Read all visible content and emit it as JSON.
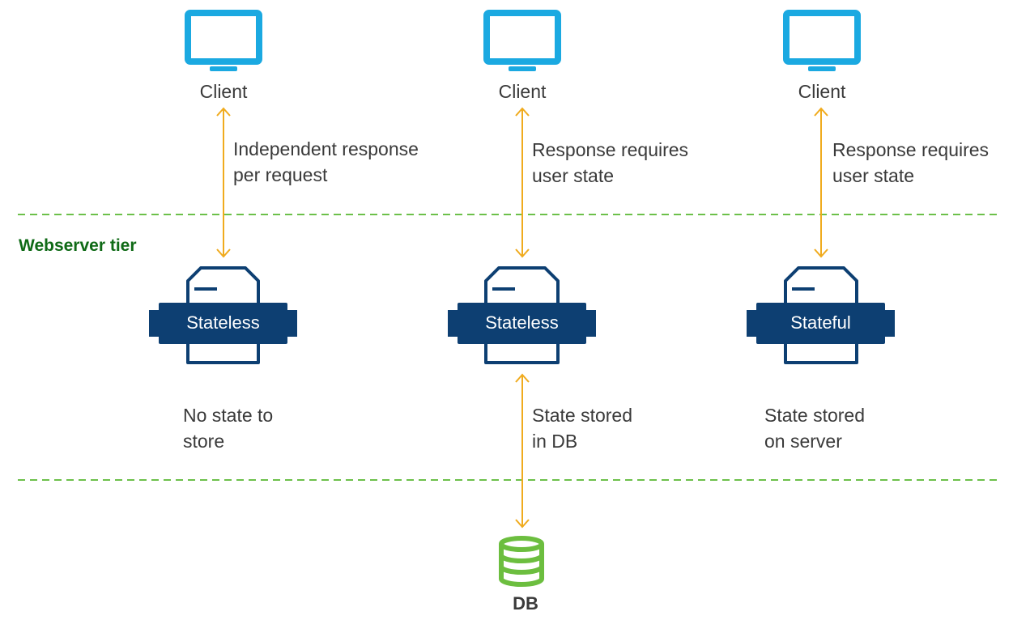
{
  "tier_label": "Webserver tier",
  "columns": [
    {
      "client_label": "Client",
      "request_text": [
        "Independent response",
        "per request"
      ],
      "server_label": "Stateless",
      "state_text": [
        "No state to",
        "store"
      ]
    },
    {
      "client_label": "Client",
      "request_text": [
        "Response requires",
        "user state"
      ],
      "server_label": "Stateless",
      "state_text": [
        "State stored",
        "in DB"
      ]
    },
    {
      "client_label": "Client",
      "request_text": [
        "Response requires",
        "user state"
      ],
      "server_label": "Stateful",
      "state_text": [
        "State stored",
        "on server"
      ]
    }
  ],
  "database": {
    "label": "DB"
  },
  "colors": {
    "client_icon": "#1ba9e1",
    "arrow": "#f0ab1e",
    "server_fill": "#0d3f72",
    "divider": "#6cc04a",
    "db_icon": "#6cbe3f",
    "tier_text": "#0f6a16",
    "text": "#3a3a3a"
  }
}
